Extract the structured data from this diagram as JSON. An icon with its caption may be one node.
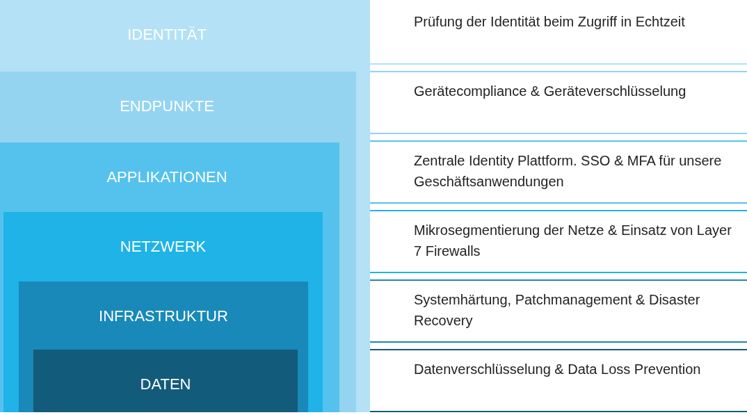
{
  "diagram": {
    "nodes": [
      {
        "text": [
          "IDENTITÄT"
        ]
      },
      {
        "text": [
          "ENDPUNKTE"
        ],
        "in": 0
      },
      {
        "text": [
          "APPLIKATIONEN"
        ],
        "in": 1
      },
      {
        "text": [
          "NETZWERK"
        ],
        "in": 2
      },
      {
        "text": [
          "INFRASTRUKTUR"
        ],
        "in": 3
      },
      {
        "text": [
          "DATEN"
        ],
        "in": 4
      }
    ],
    "labels": [
      "Prüfung der Identität beim Zugriff in Echtzeit",
      "Gerätecompliance & Geräteverschlüsselung",
      "Zentrale Identity Plattform. SSO & MFA für unsere Geschäftsanwendungen",
      "Mikrosegmentierung der Netze & Einsatz von Layer 7 Firewalls",
      "Systemhärtung, Patchmanagement & Disaster Recovery",
      "Datenverschlüsselung & Data Loss Prevention"
    ]
  }
}
